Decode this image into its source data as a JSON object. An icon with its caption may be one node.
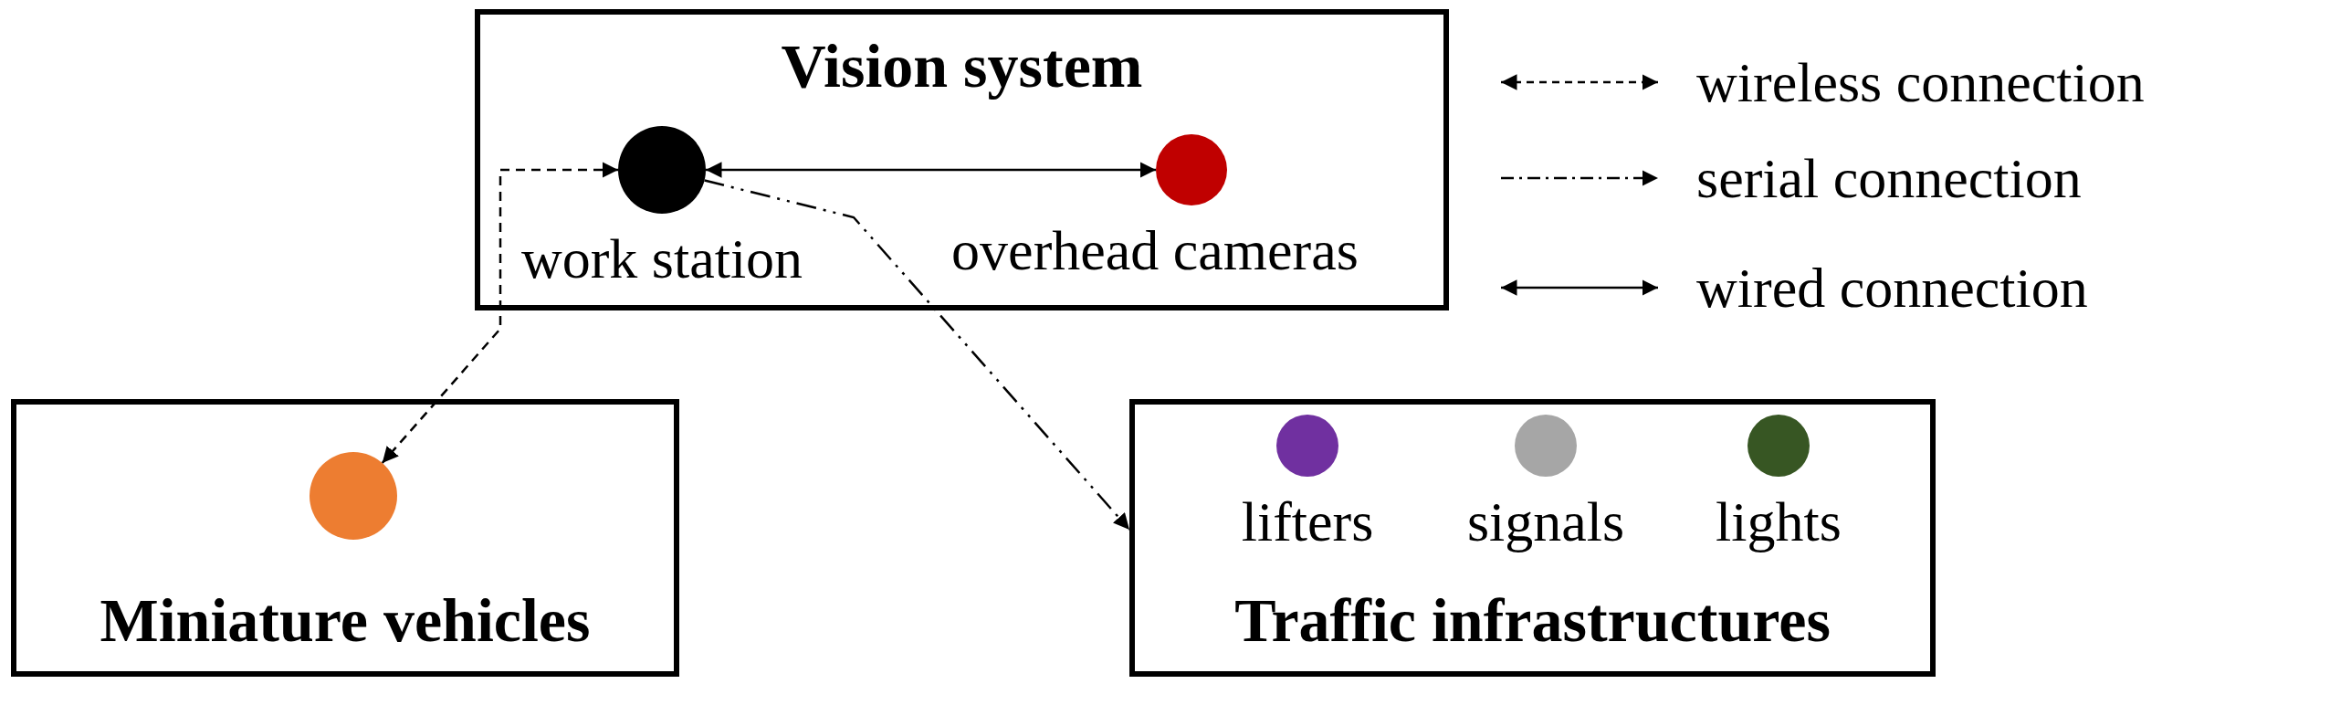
{
  "diagram": {
    "nodes": [
      {
        "text": [
          "Vision system"
        ]
      },
      {
        "text": [
          "work station"
        ],
        "in": 0
      },
      {
        "text": [
          "overhead cameras"
        ],
        "in": 0
      },
      {
        "text": [
          "Miniature vehicles"
        ]
      },
      {
        "text": [],
        "shape": "circle",
        "in": 3
      },
      {
        "text": [
          "Traffic infrastructures"
        ]
      },
      {
        "text": [
          "lifters"
        ],
        "in": 5
      },
      {
        "text": [
          "signals"
        ],
        "in": 5
      },
      {
        "text": [
          "lights"
        ],
        "in": 5
      }
    ],
    "edges": [
      {
        "from": 1,
        "to": 2,
        "arrow": "both"
      },
      {
        "from": 1,
        "to": 4,
        "arrow": "both",
        "style": "dashed"
      },
      {
        "from": 1,
        "to": 5,
        "arrow": "to",
        "style": "dashed"
      }
    ],
    "legend": [
      {
        "text": "wireless connection"
      },
      {
        "text": "serial connection"
      },
      {
        "text": "wired connection"
      }
    ]
  }
}
